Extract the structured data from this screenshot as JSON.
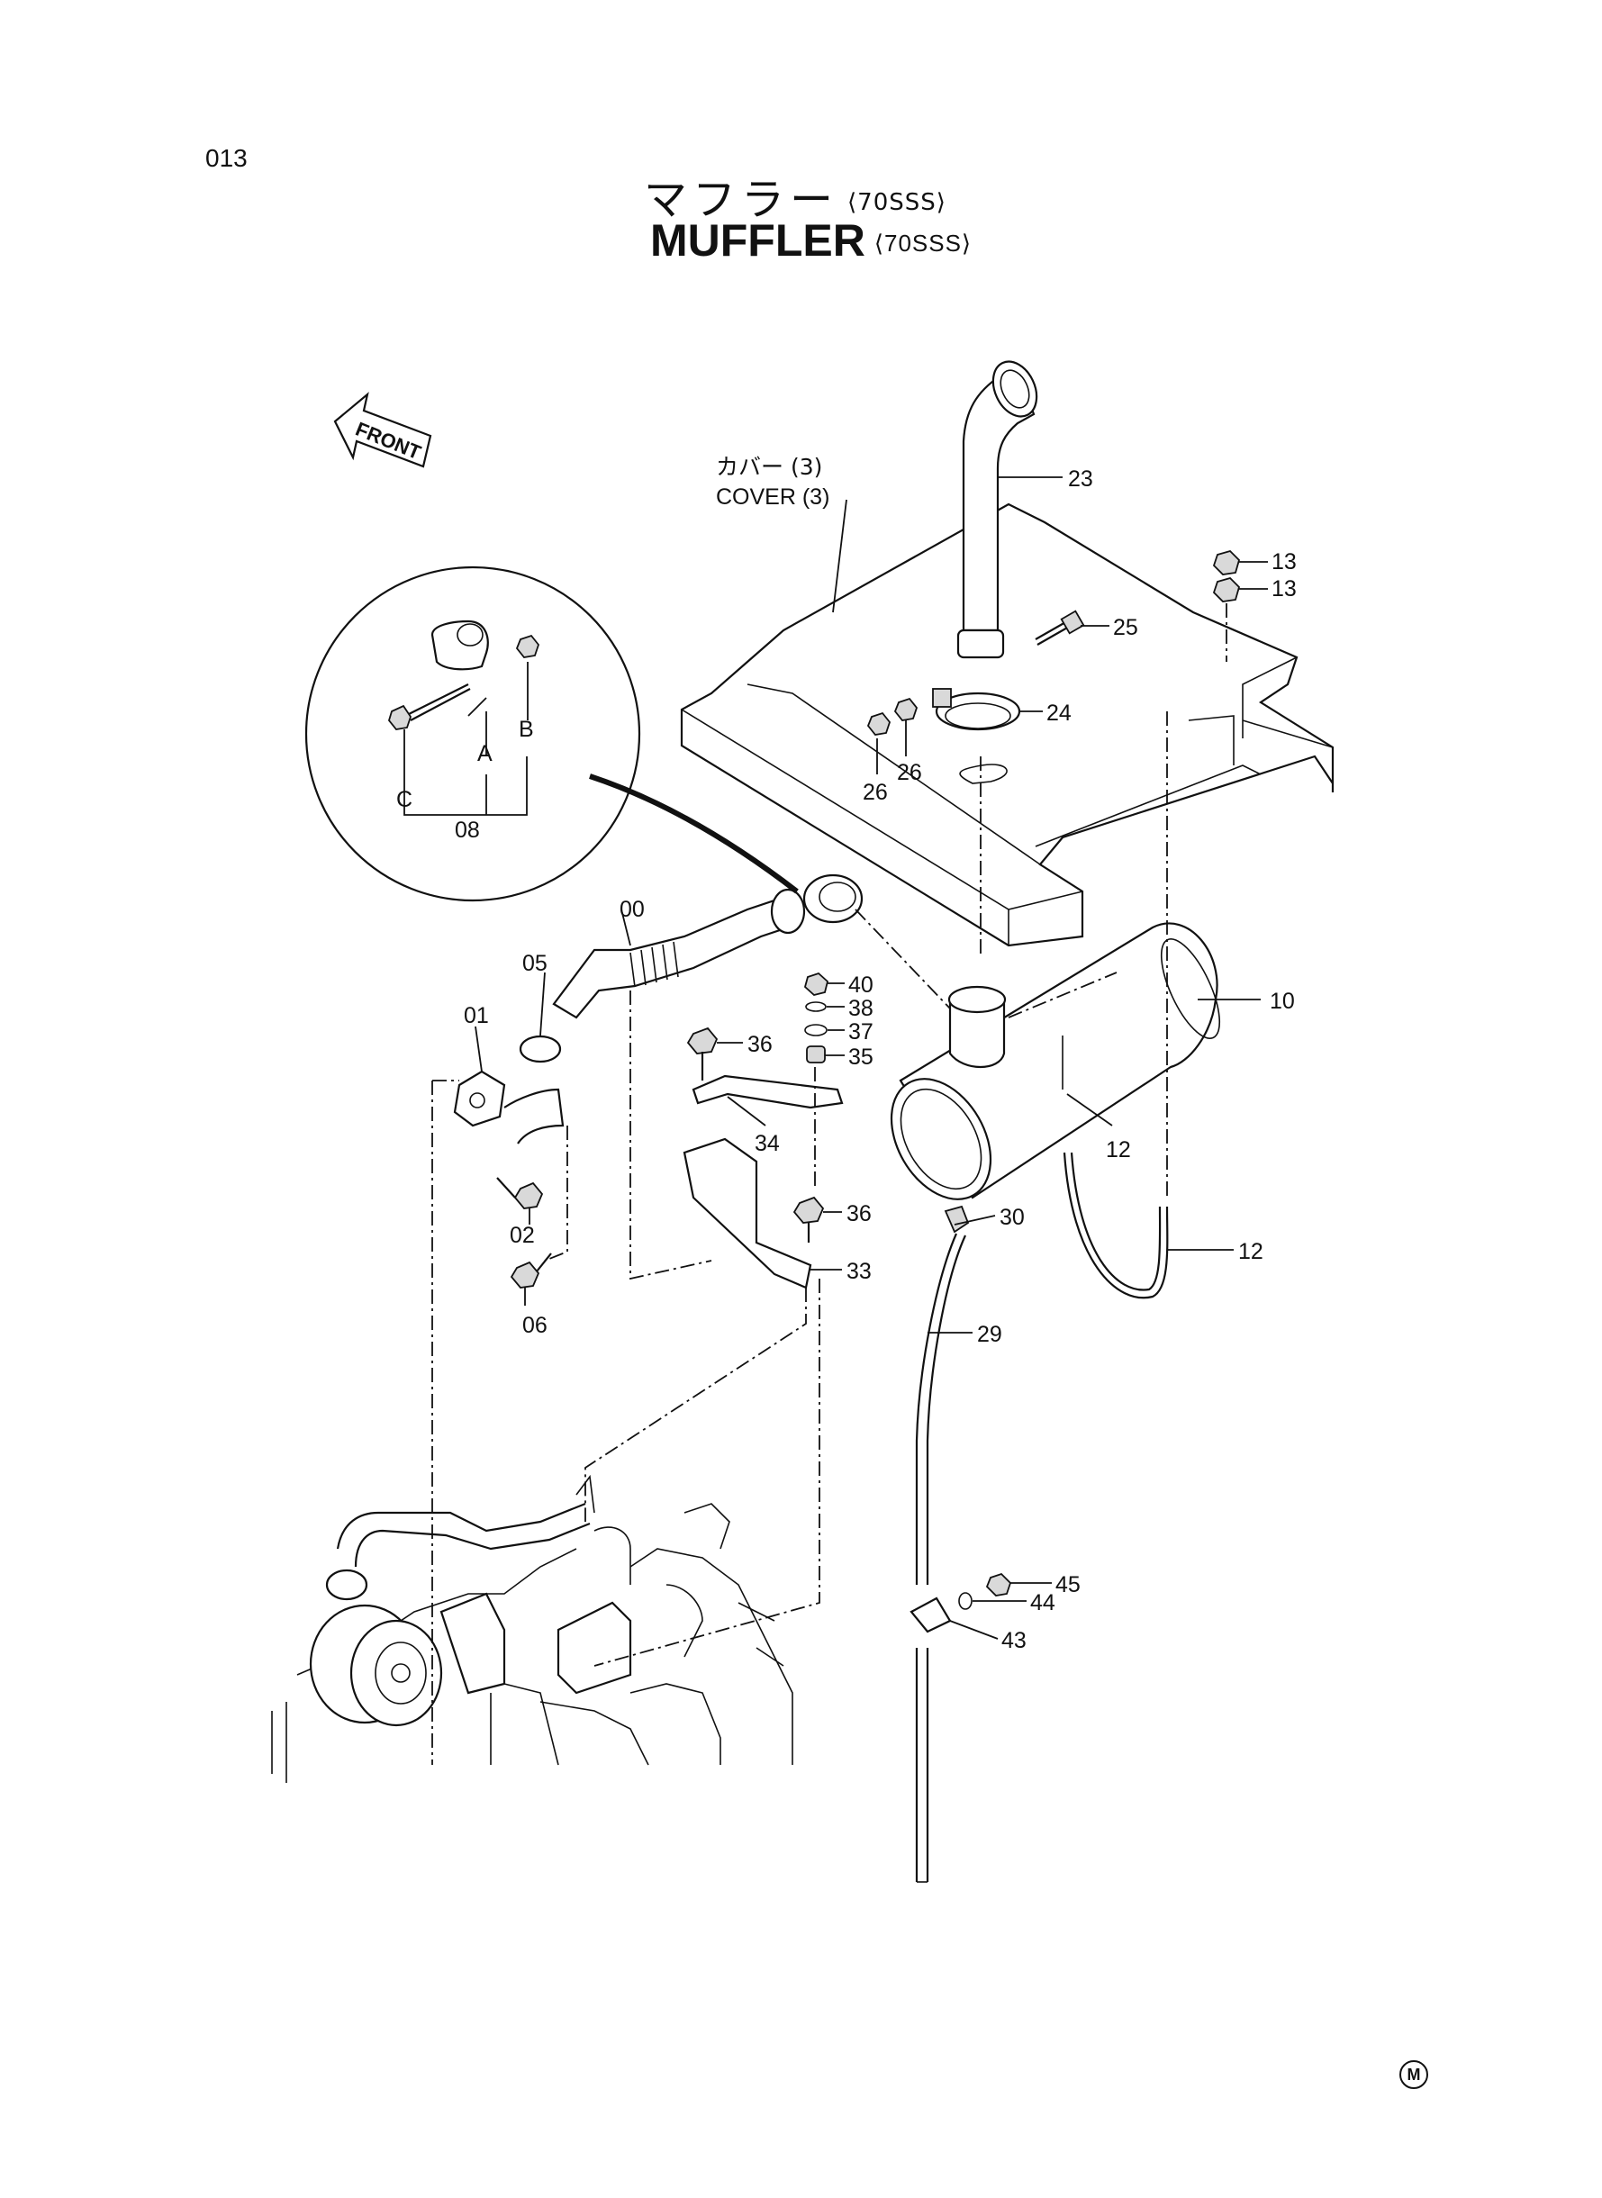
{
  "page": {
    "number": "013",
    "title_jp": "マフラー",
    "title_en": "MUFFLER",
    "model": "⟨70SSS⟩",
    "front_label": "FRONT",
    "cover_label_jp": "カバー (3)",
    "cover_label_en": "COVER (3)",
    "corner_mark": "M"
  },
  "parts": [
    {
      "ref": "00"
    },
    {
      "ref": "01"
    },
    {
      "ref": "02"
    },
    {
      "ref": "05"
    },
    {
      "ref": "06"
    },
    {
      "ref": "08"
    },
    {
      "ref": "10"
    },
    {
      "ref": "12"
    },
    {
      "ref": "12"
    },
    {
      "ref": "13"
    },
    {
      "ref": "13"
    },
    {
      "ref": "23"
    },
    {
      "ref": "24"
    },
    {
      "ref": "25"
    },
    {
      "ref": "26"
    },
    {
      "ref": "26"
    },
    {
      "ref": "29"
    },
    {
      "ref": "30"
    },
    {
      "ref": "33"
    },
    {
      "ref": "34"
    },
    {
      "ref": "35"
    },
    {
      "ref": "36"
    },
    {
      "ref": "36"
    },
    {
      "ref": "37"
    },
    {
      "ref": "38"
    },
    {
      "ref": "40"
    },
    {
      "ref": "43"
    },
    {
      "ref": "44"
    },
    {
      "ref": "45"
    }
  ],
  "detail_letters": [
    "A",
    "B",
    "C"
  ]
}
